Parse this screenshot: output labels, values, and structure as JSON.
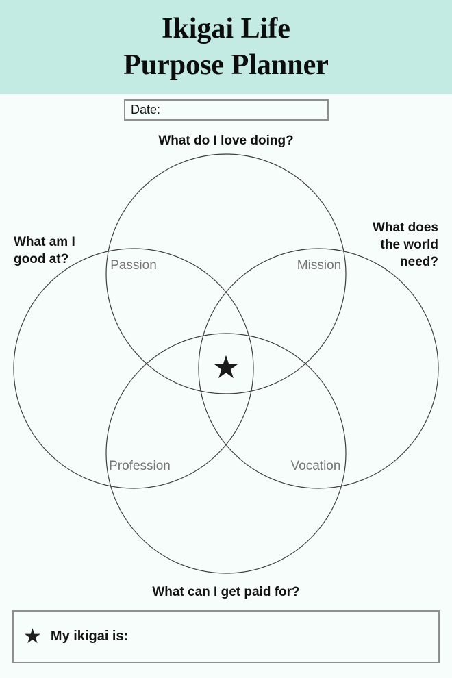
{
  "header": {
    "title_lines": [
      "Ikigai Life",
      "Purpose Planner"
    ]
  },
  "date_field": {
    "label": "Date:",
    "value": ""
  },
  "venn": {
    "questions": {
      "top": "What do I love doing?",
      "left": "What am I\ngood at?",
      "right": "What does\nthe world\nneed?",
      "bottom": "What can I get paid for?"
    },
    "areas": {
      "top_left": "Passion",
      "top_right": "Mission",
      "bottom_left": "Profession",
      "bottom_right": "Vocation"
    },
    "center_star": "★"
  },
  "footer": {
    "star": "★",
    "label": "My ikigai is:",
    "value": ""
  },
  "colors": {
    "header_bg": "#c4ebe3",
    "page_bg": "#f7fdfb",
    "box_border": "#8f8f8f",
    "circle_stroke": "#3d3d3d",
    "area_label": "#757575",
    "text": "#111111"
  }
}
